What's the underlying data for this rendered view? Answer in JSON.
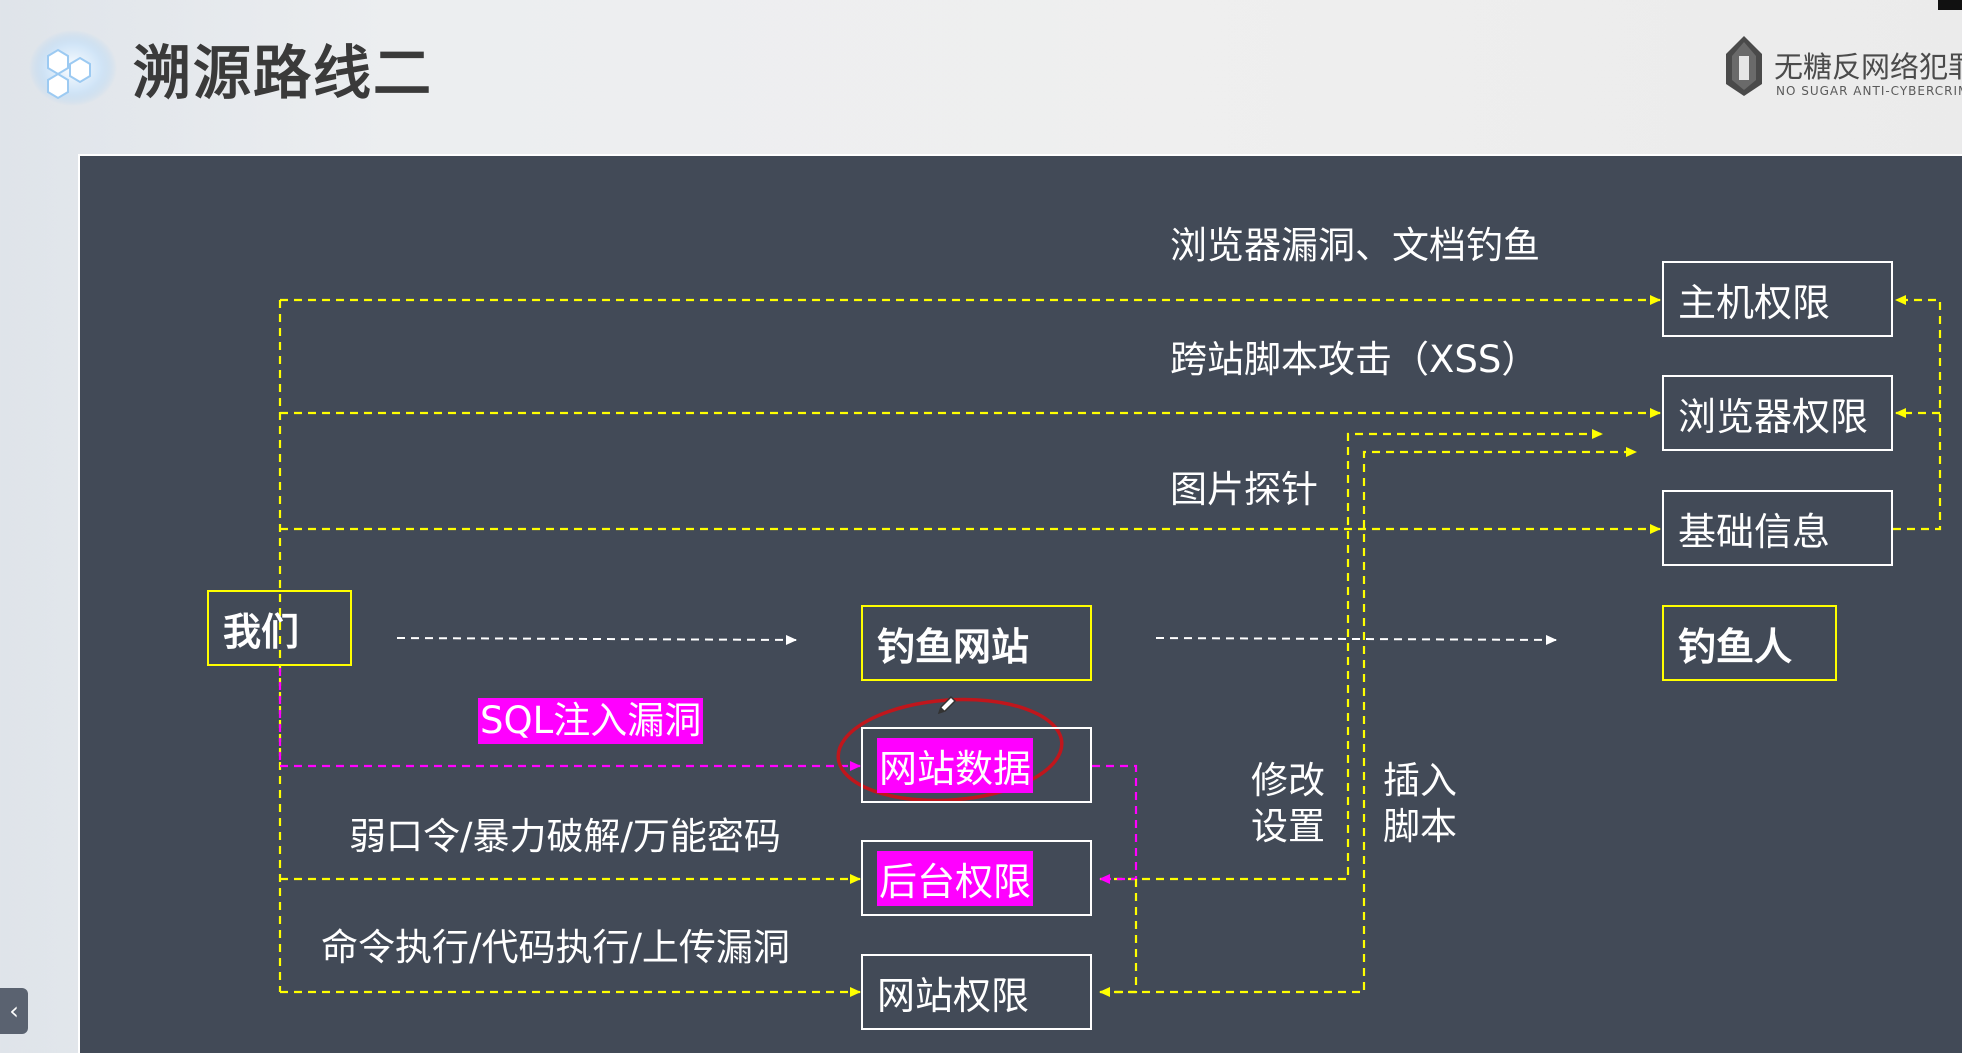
{
  "header": {
    "title": "溯源路线二",
    "brand_cn": "无糖反网络犯罪",
    "brand_en": "NO SUGAR ANTI-CYBERCRIME",
    "brand_icon": "shield-logo-icon",
    "accent_color": "#2b8fe8"
  },
  "diagram": {
    "nodes": {
      "us": "我们",
      "phishing_site": "钓鱼网站",
      "phisher": "钓鱼人",
      "host_privilege": "主机权限",
      "browser_privilege": "浏览器权限",
      "basic_info": "基础信息",
      "site_data": "网站数据",
      "admin_privilege": "后台权限",
      "site_privilege": "网站权限"
    },
    "edge_labels": {
      "browser_vuln": "浏览器漏洞、文档钓鱼",
      "xss": "跨站脚本攻击（XSS）",
      "image_probe": "图片探针",
      "sql_injection": "SQL注入漏洞",
      "weak_password": "弱口令/暴力破解/万能密码",
      "command_exec": "命令执行/代码执行/上传漏洞",
      "modify_settings": "修改设置",
      "insert_script": "插入脚本"
    },
    "colors": {
      "background": "#424a57",
      "yellow_path": "#ffff00",
      "magenta_path": "#ff00ff",
      "white_path": "#ffffff",
      "circle_annotation": "#c0161c"
    }
  },
  "ui": {
    "prev_slide_label": "‹"
  }
}
